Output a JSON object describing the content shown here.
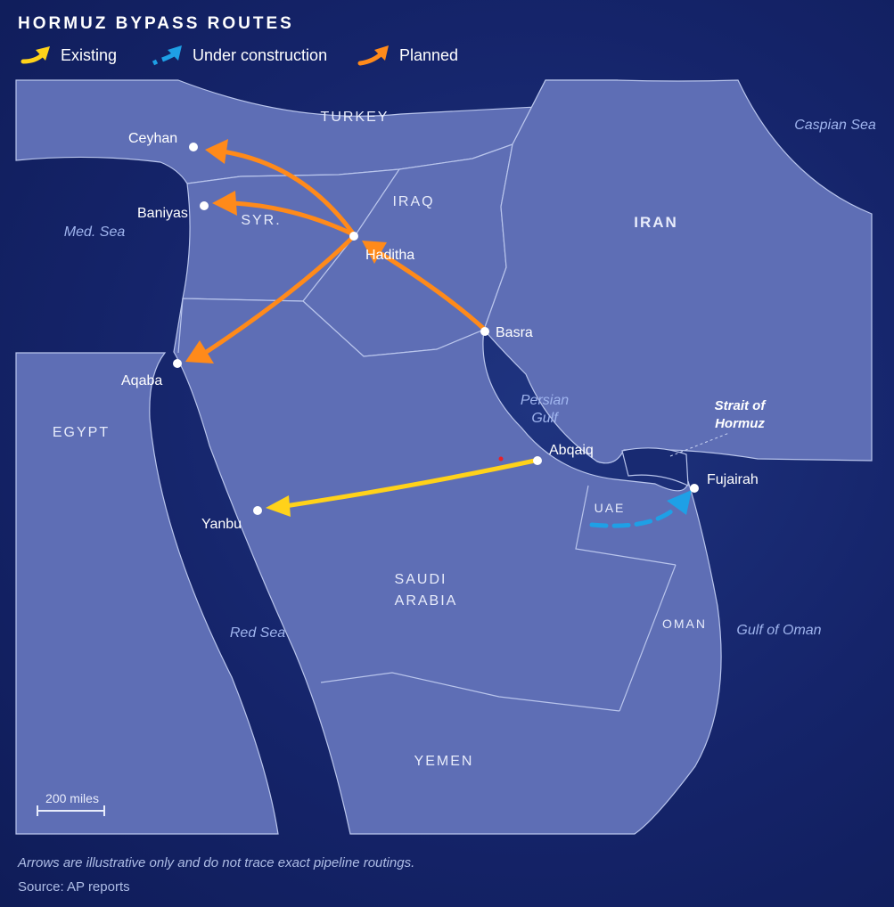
{
  "title": "HORMUZ BYPASS ROUTES",
  "legend": [
    {
      "label": "Existing",
      "color": "#ffd21a"
    },
    {
      "label": "Under construction",
      "color": "#1ea0e6"
    },
    {
      "label": "Planned",
      "color": "#ff8a1a"
    }
  ],
  "countries": {
    "turkey": "TURKEY",
    "iraq": "IRAQ",
    "syria": "SYR.",
    "iran": "IRAN",
    "egypt": "EGYPT",
    "saudi_line1": "SAUDI",
    "saudi_line2": "ARABIA",
    "uae": "UAE",
    "oman": "OMAN",
    "yemen": "YEMEN"
  },
  "seas": {
    "caspian": "Caspian Sea",
    "med": "Med. Sea",
    "persian_line1": "Persian",
    "persian_line2": "Gulf",
    "red": "Red Sea",
    "gulf_of_oman": "Gulf of Oman"
  },
  "strait_label_line1": "Strait of",
  "strait_label_line2": "Hormuz",
  "cities": {
    "ceyhan": "Ceyhan",
    "baniyas": "Baniyas",
    "haditha": "Haditha",
    "basra": "Basra",
    "aqaba": "Aqaba",
    "abqaiq": "Abqaiq",
    "yanbu": "Yanbu",
    "fujairah": "Fujairah"
  },
  "scale_label": "200 miles",
  "note": "Arrows are illustrative only and do not trace exact pipeline routings.",
  "source": "Source: AP reports"
}
